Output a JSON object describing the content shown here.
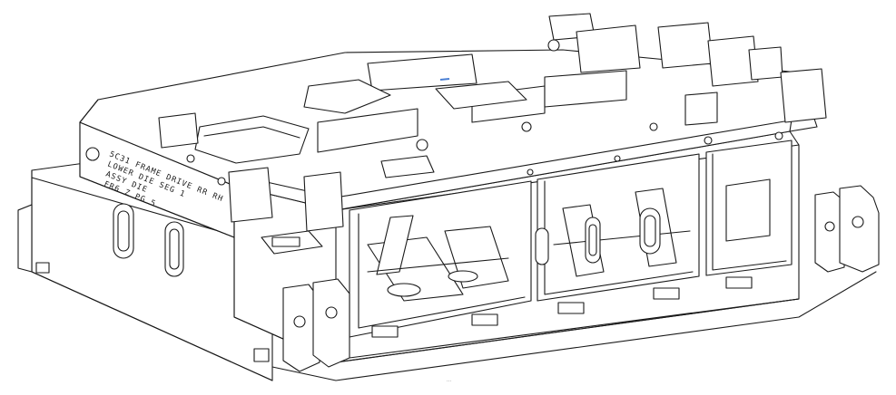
{
  "drawing": {
    "engraving_lines": [
      "5C31  FRAME DRIVE RR RH",
      "LOWER DIE  SEG 1",
      "ASSY DIE",
      "FR6 Z  PG 5"
    ],
    "footer_mark": "···",
    "colors": {
      "line": "#1a1a1a",
      "background": "#ffffff",
      "highlight": "#4a7fd4"
    }
  }
}
